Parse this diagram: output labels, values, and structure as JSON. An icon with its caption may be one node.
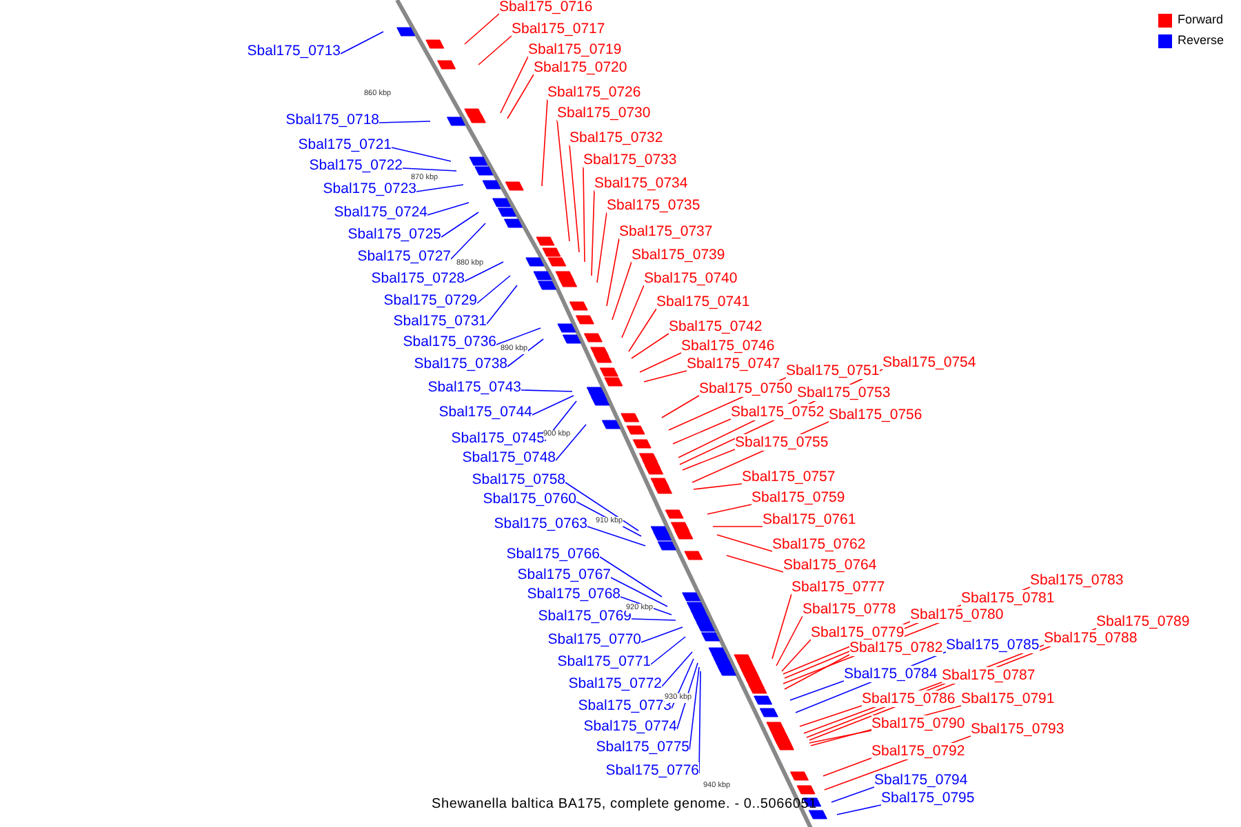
{
  "diagram": {
    "caption": "Shewanella baltica BA175, complete genome. - 0..5066051",
    "nodes": [
      {
        "text": [
          "Sbal175_0713"
        ]
      },
      {
        "text": [
          "Sbal175_0716"
        ]
      },
      {
        "text": [
          "Sbal175_0717"
        ]
      },
      {
        "text": [
          "Sbal175_0718"
        ]
      },
      {
        "text": [
          "Sbal175_0719"
        ]
      },
      {
        "text": [
          "Sbal175_0720"
        ]
      },
      {
        "text": [
          "Sbal175_0721"
        ]
      },
      {
        "text": [
          "Sbal175_0722"
        ]
      },
      {
        "text": [
          "Sbal175_0723"
        ]
      },
      {
        "text": [
          "Sbal175_0724"
        ]
      },
      {
        "text": [
          "Sbal175_0725"
        ]
      },
      {
        "text": [
          "Sbal175_0726"
        ]
      },
      {
        "text": [
          "Sbal175_0727"
        ]
      },
      {
        "text": [
          "Sbal175_0728"
        ]
      },
      {
        "text": [
          "Sbal175_0729"
        ]
      },
      {
        "text": [
          "Sbal175_0730"
        ]
      },
      {
        "text": [
          "Sbal175_0731"
        ]
      },
      {
        "text": [
          "Sbal175_0732"
        ]
      },
      {
        "text": [
          "Sbal175_0733"
        ]
      },
      {
        "text": [
          "Sbal175_0734"
        ]
      },
      {
        "text": [
          "Sbal175_0735"
        ]
      },
      {
        "text": [
          "Sbal175_0736"
        ]
      },
      {
        "text": [
          "Sbal175_0737"
        ]
      },
      {
        "text": [
          "Sbal175_0738"
        ]
      },
      {
        "text": [
          "Sbal175_0739"
        ]
      },
      {
        "text": [
          "Sbal175_0740"
        ]
      },
      {
        "text": [
          "Sbal175_0741"
        ]
      },
      {
        "text": [
          "Sbal175_0742"
        ]
      },
      {
        "text": [
          "Sbal175_0743"
        ]
      },
      {
        "text": [
          "Sbal175_0744"
        ]
      },
      {
        "text": [
          "Sbal175_0745"
        ]
      },
      {
        "text": [
          "Sbal175_0746"
        ]
      },
      {
        "text": [
          "Sbal175_0747"
        ]
      },
      {
        "text": [
          "Sbal175_0748"
        ]
      },
      {
        "text": [
          "Sbal175_0750"
        ]
      },
      {
        "text": [
          "Sbal175_0751"
        ]
      },
      {
        "text": [
          "Sbal175_0752"
        ]
      },
      {
        "text": [
          "Sbal175_0753"
        ]
      },
      {
        "text": [
          "Sbal175_0754"
        ]
      },
      {
        "text": [
          "Sbal175_0755"
        ]
      },
      {
        "text": [
          "Sbal175_0756"
        ]
      },
      {
        "text": [
          "Sbal175_0757"
        ]
      },
      {
        "text": [
          "Sbal175_0758"
        ]
      },
      {
        "text": [
          "Sbal175_0759"
        ]
      },
      {
        "text": [
          "Sbal175_0760"
        ]
      },
      {
        "text": [
          "Sbal175_0761"
        ]
      },
      {
        "text": [
          "Sbal175_0762"
        ]
      },
      {
        "text": [
          "Sbal175_0763"
        ]
      },
      {
        "text": [
          "Sbal175_0764"
        ]
      },
      {
        "text": [
          "Sbal175_0766"
        ]
      },
      {
        "text": [
          "Sbal175_0767"
        ]
      },
      {
        "text": [
          "Sbal175_0768"
        ]
      },
      {
        "text": [
          "Sbal175_0769"
        ]
      },
      {
        "text": [
          "Sbal175_0770"
        ]
      },
      {
        "text": [
          "Sbal175_0771"
        ]
      },
      {
        "text": [
          "Sbal175_0772"
        ]
      },
      {
        "text": [
          "Sbal175_0773"
        ]
      },
      {
        "text": [
          "Sbal175_0774"
        ]
      },
      {
        "text": [
          "Sbal175_0775"
        ]
      },
      {
        "text": [
          "Sbal175_0776"
        ]
      },
      {
        "text": [
          "Sbal175_0777"
        ]
      },
      {
        "text": [
          "Sbal175_0778"
        ]
      },
      {
        "text": [
          "Sbal175_0779"
        ]
      },
      {
        "text": [
          "Sbal175_0780"
        ]
      },
      {
        "text": [
          "Sbal175_0781"
        ]
      },
      {
        "text": [
          "Sbal175_0782"
        ]
      },
      {
        "text": [
          "Sbal175_0783"
        ]
      },
      {
        "text": [
          "Sbal175_0784"
        ]
      },
      {
        "text": [
          "Sbal175_0785"
        ]
      },
      {
        "text": [
          "Sbal175_0786"
        ]
      },
      {
        "text": [
          "Sbal175_0787"
        ]
      },
      {
        "text": [
          "Sbal175_0788"
        ]
      },
      {
        "text": [
          "Sbal175_0789"
        ]
      },
      {
        "text": [
          "Sbal175_0790"
        ]
      },
      {
        "text": [
          "Sbal175_0791"
        ]
      },
      {
        "text": [
          "Sbal175_0792"
        ]
      },
      {
        "text": [
          "Sbal175_0793"
        ]
      },
      {
        "text": [
          "Sbal175_0794"
        ]
      },
      {
        "text": [
          "Sbal175_0795"
        ]
      }
    ],
    "edges": [
      {
        "from": 0,
        "to": null,
        "arrow": "none",
        "color": "#0000ff"
      },
      {
        "from": 1,
        "to": null,
        "arrow": "none"
      },
      {
        "from": 2,
        "to": null,
        "arrow": "none"
      },
      {
        "from": 3,
        "to": null,
        "arrow": "none",
        "color": "#0000ff"
      },
      {
        "from": 4,
        "to": null,
        "arrow": "none"
      },
      {
        "from": 5,
        "to": null,
        "arrow": "none"
      },
      {
        "from": 6,
        "to": null,
        "arrow": "none",
        "color": "#0000ff"
      },
      {
        "from": 7,
        "to": null,
        "arrow": "none",
        "color": "#0000ff"
      },
      {
        "from": 8,
        "to": null,
        "arrow": "none",
        "color": "#0000ff"
      },
      {
        "from": 9,
        "to": null,
        "arrow": "none",
        "color": "#0000ff"
      },
      {
        "from": 10,
        "to": null,
        "arrow": "none",
        "color": "#0000ff"
      },
      {
        "from": 11,
        "to": null,
        "arrow": "none"
      },
      {
        "from": 12,
        "to": null,
        "arrow": "none",
        "color": "#0000ff"
      },
      {
        "from": 13,
        "to": null,
        "arrow": "none",
        "color": "#0000ff"
      },
      {
        "from": 14,
        "to": null,
        "arrow": "none",
        "color": "#0000ff"
      },
      {
        "from": 15,
        "to": null,
        "arrow": "none"
      },
      {
        "from": 16,
        "to": null,
        "arrow": "none",
        "color": "#0000ff"
      },
      {
        "from": 17,
        "to": null,
        "arrow": "none"
      },
      {
        "from": 18,
        "to": null,
        "arrow": "none"
      },
      {
        "from": 19,
        "to": null,
        "arrow": "none"
      },
      {
        "from": 20,
        "to": null,
        "arrow": "none"
      },
      {
        "from": 21,
        "to": null,
        "arrow": "none",
        "color": "#0000ff"
      },
      {
        "from": 22,
        "to": null,
        "arrow": "none"
      },
      {
        "from": 23,
        "to": null,
        "arrow": "none",
        "color": "#0000ff"
      },
      {
        "from": 24,
        "to": null,
        "arrow": "none"
      },
      {
        "from": 25,
        "to": null,
        "arrow": "none"
      },
      {
        "from": 26,
        "to": null,
        "arrow": "none"
      },
      {
        "from": 27,
        "to": null,
        "arrow": "none"
      },
      {
        "from": 28,
        "to": null,
        "arrow": "none",
        "color": "#0000ff"
      },
      {
        "from": 29,
        "to": null,
        "arrow": "none",
        "color": "#0000ff"
      },
      {
        "from": 30,
        "to": null,
        "arrow": "none",
        "color": "#0000ff"
      },
      {
        "from": 31,
        "to": null,
        "arrow": "none"
      },
      {
        "from": 32,
        "to": null,
        "arrow": "none"
      },
      {
        "from": 33,
        "to": null,
        "arrow": "none",
        "color": "#0000ff"
      },
      {
        "from": 34,
        "to": null,
        "arrow": "none"
      },
      {
        "from": 35,
        "to": null,
        "arrow": "none"
      },
      {
        "from": 36,
        "to": null,
        "arrow": "none"
      },
      {
        "from": 37,
        "to": null,
        "arrow": "none"
      },
      {
        "from": 38,
        "to": null,
        "arrow": "none"
      },
      {
        "from": 39,
        "to": null,
        "arrow": "none"
      },
      {
        "from": 40,
        "to": null,
        "arrow": "none"
      },
      {
        "from": 41,
        "to": null,
        "arrow": "none"
      },
      {
        "from": 42,
        "to": null,
        "arrow": "none",
        "color": "#0000ff"
      },
      {
        "from": 43,
        "to": null,
        "arrow": "none"
      },
      {
        "from": 44,
        "to": null,
        "arrow": "none",
        "color": "#0000ff"
      },
      {
        "from": 45,
        "to": null,
        "arrow": "none"
      },
      {
        "from": 46,
        "to": null,
        "arrow": "none"
      },
      {
        "from": 47,
        "to": null,
        "arrow": "none",
        "color": "#0000ff"
      },
      {
        "from": 48,
        "to": null,
        "arrow": "none"
      },
      {
        "from": 49,
        "to": null,
        "arrow": "none",
        "color": "#0000ff"
      },
      {
        "from": 50,
        "to": null,
        "arrow": "none",
        "color": "#0000ff"
      },
      {
        "from": 51,
        "to": null,
        "arrow": "none",
        "color": "#0000ff"
      },
      {
        "from": 52,
        "to": null,
        "arrow": "none",
        "color": "#0000ff"
      },
      {
        "from": 53,
        "to": null,
        "arrow": "none",
        "color": "#0000ff"
      },
      {
        "from": 54,
        "to": null,
        "arrow": "none",
        "color": "#0000ff"
      },
      {
        "from": 55,
        "to": null,
        "arrow": "none",
        "color": "#0000ff"
      },
      {
        "from": 56,
        "to": null,
        "arrow": "none",
        "color": "#0000ff"
      },
      {
        "from": 57,
        "to": null,
        "arrow": "none",
        "color": "#0000ff"
      },
      {
        "from": 58,
        "to": null,
        "arrow": "none",
        "color": "#0000ff"
      },
      {
        "from": 59,
        "to": null,
        "arrow": "none",
        "color": "#0000ff"
      },
      {
        "from": 60,
        "to": null,
        "arrow": "none"
      },
      {
        "from": 61,
        "to": null,
        "arrow": "none"
      },
      {
        "from": 62,
        "to": null,
        "arrow": "none"
      },
      {
        "from": 63,
        "to": null,
        "arrow": "none"
      },
      {
        "from": 64,
        "to": null,
        "arrow": "none"
      },
      {
        "from": 65,
        "to": null,
        "arrow": "none"
      },
      {
        "from": 66,
        "to": null,
        "arrow": "none"
      },
      {
        "from": 67,
        "to": null,
        "arrow": "none",
        "color": "#0000ff"
      },
      {
        "from": 68,
        "to": null,
        "arrow": "none",
        "color": "#0000ff"
      },
      {
        "from": 69,
        "to": null,
        "arrow": "none"
      },
      {
        "from": 70,
        "to": null,
        "arrow": "none"
      },
      {
        "from": 71,
        "to": null,
        "arrow": "none"
      },
      {
        "from": 72,
        "to": null,
        "arrow": "none"
      },
      {
        "from": 73,
        "to": null,
        "arrow": "none"
      },
      {
        "from": 74,
        "to": null,
        "arrow": "none"
      },
      {
        "from": 75,
        "to": null,
        "arrow": "none"
      },
      {
        "from": 76,
        "to": null,
        "arrow": "none"
      },
      {
        "from": 77,
        "to": null,
        "arrow": "none",
        "color": "#0000ff"
      },
      {
        "from": 78,
        "to": null,
        "arrow": "none",
        "color": "#0000ff"
      }
    ],
    "labels": [
      "860 kbp",
      "870 kbp",
      "880 kbp",
      "890 kbp",
      "900 kbp",
      "910 kbp",
      "920 kbp",
      "930 kbp",
      "940 kbp"
    ],
    "legend": [
      {
        "text": "Forward",
        "color": "#ff0000"
      },
      {
        "text": "Reverse",
        "color": "#0000ff"
      }
    ]
  }
}
